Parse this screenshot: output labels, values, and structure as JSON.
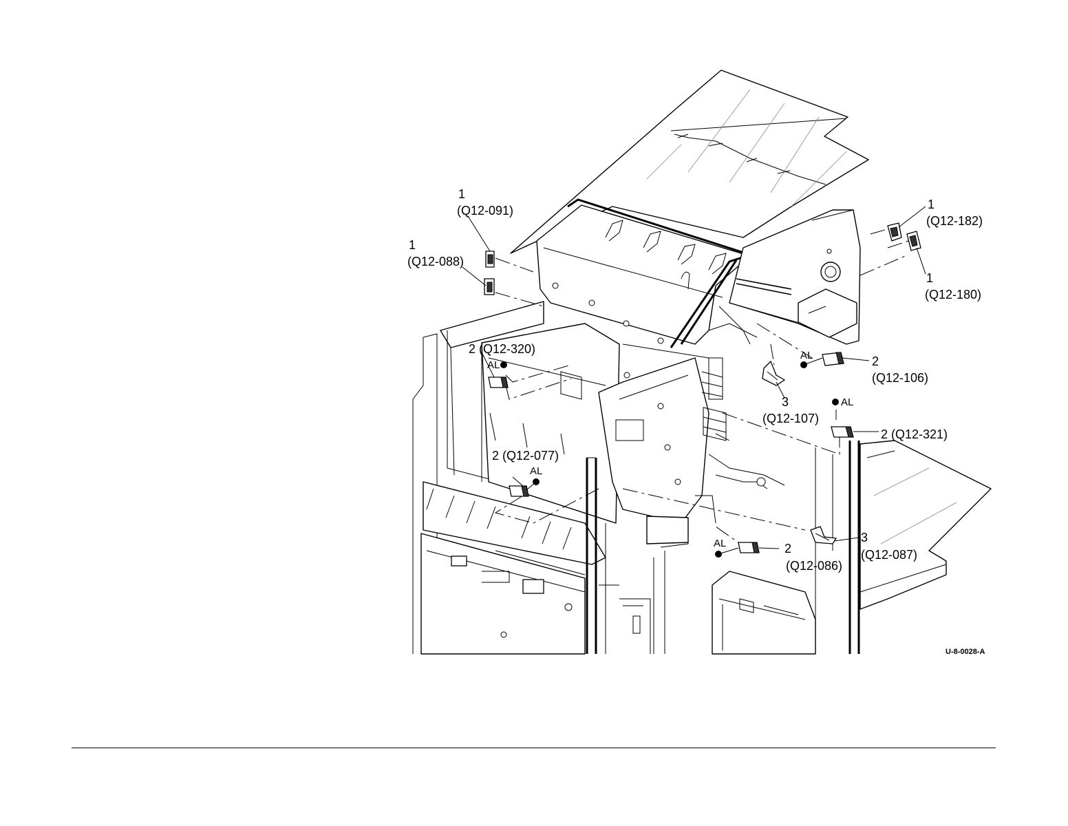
{
  "labels": {
    "q12_091": {
      "item": "1",
      "part": "(Q12-091)"
    },
    "q12_088": {
      "item": "1",
      "part": "(Q12-088)"
    },
    "q12_182": {
      "item": "1",
      "part": "(Q12-182)"
    },
    "q12_180": {
      "item": "1",
      "part": "(Q12-180)"
    },
    "q12_320": "2 (Q12-320)",
    "q12_106": {
      "item": "2",
      "part": "(Q12-106)"
    },
    "q12_107": {
      "item": "3",
      "part": "(Q12-107)"
    },
    "q12_321": "2 (Q12-321)",
    "q12_077": "2 (Q12-077)",
    "q12_086": {
      "item": "2",
      "part": "(Q12-086)"
    },
    "q12_087": {
      "item": "3",
      "part": "(Q12-087)"
    }
  },
  "al_marks": [
    "AL",
    "AL",
    "AL",
    "AL",
    "AL"
  ],
  "figure_id": "U-8-0028-A"
}
